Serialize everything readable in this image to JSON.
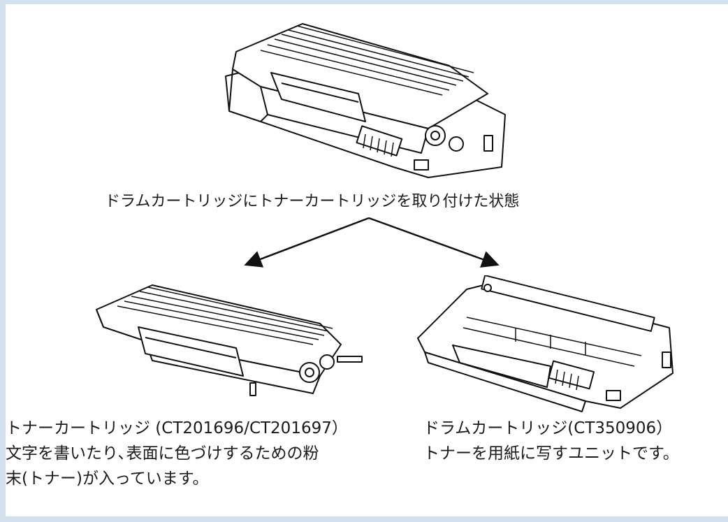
{
  "top": {
    "caption": "ドラムカートリッジにトナーカートリッジを取り付けた状態"
  },
  "toner": {
    "title": "トナーカートリッジ (CT201696/CT201697）",
    "desc_line1": "文字を書いたり､表面に色づけするための粉",
    "desc_line2": "末(トナー)が入っています。"
  },
  "drum": {
    "title": "ドラムカートリッジ(CT350906）",
    "desc": "トナーを用紙に写すユニットです。"
  },
  "colors": {
    "background": "#d5e0ef",
    "panel": "#ffffff",
    "line": "#111111"
  }
}
